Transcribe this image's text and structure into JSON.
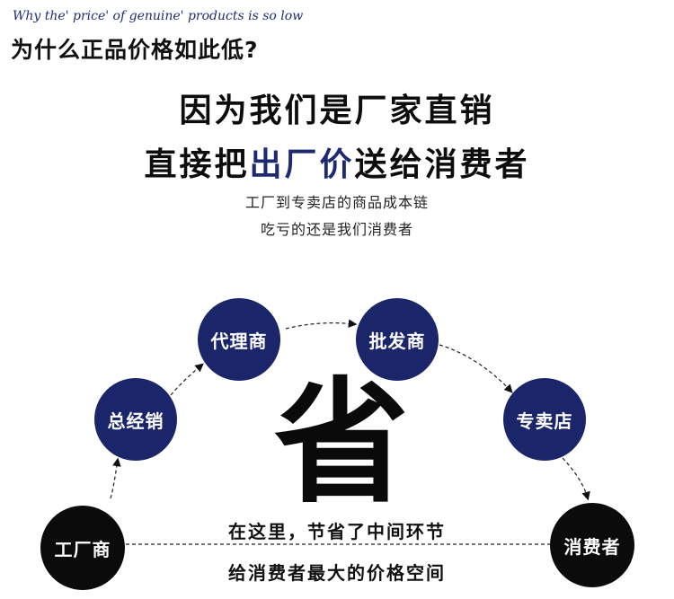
{
  "header": {
    "english_tagline": "Why the' price' of genuine' products is so low",
    "chinese_question": "为什么正品价格如此低?"
  },
  "headline": {
    "line1": "因为我们是厂家直销",
    "line2_before": "直接把",
    "line2_accent": "出厂价",
    "line2_after": "送给消费者"
  },
  "subtext": {
    "line1": "工厂到专卖店的商品成本链",
    "line2": "吃亏的还是我们消费者"
  },
  "flow": {
    "nodes": [
      {
        "id": "factory",
        "label": "工厂商"
      },
      {
        "id": "general-distributor",
        "label": "总经销"
      },
      {
        "id": "agent",
        "label": "代理商"
      },
      {
        "id": "wholesaler",
        "label": "批发商"
      },
      {
        "id": "store",
        "label": "专卖店"
      },
      {
        "id": "consumer",
        "label": "消费者"
      }
    ],
    "center_char": "省",
    "bottom_line1": "在这里，节省了中间环节",
    "bottom_line2": "给消费者最大的价格空间"
  },
  "colors": {
    "navy": "#1b2569",
    "black": "#0b0b0b",
    "accent_text": "#1d2a72"
  }
}
